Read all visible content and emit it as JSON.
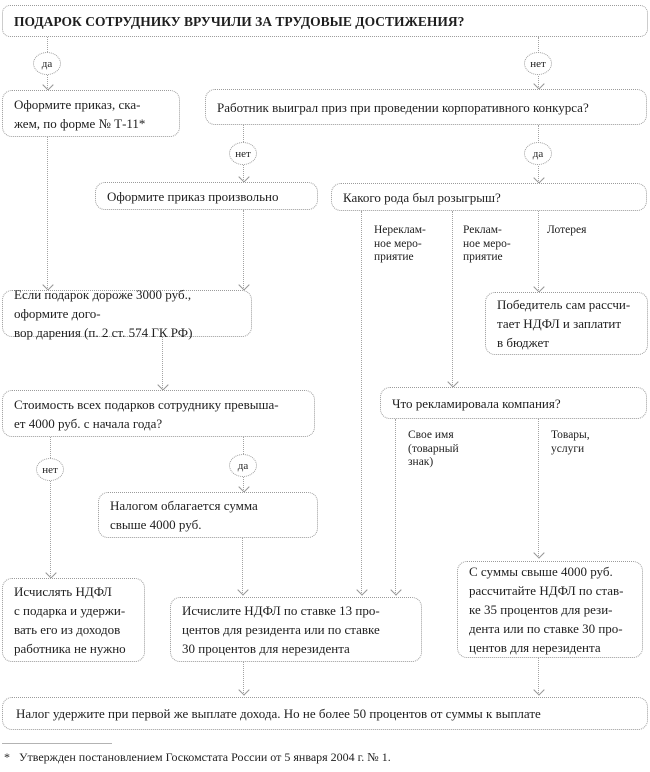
{
  "page": {
    "background": "#ffffff",
    "border_color": "#9b9b9b",
    "text_color": "#1e1e1e"
  },
  "title": "ПОДАРОК СОТРУДНИКУ ВРУЧИЛИ ЗА ТРУДОВЫЕ ДОСТИЖЕНИЯ?",
  "edge_labels": {
    "yes": "да",
    "no": "нет"
  },
  "nodes": {
    "order_t11": "Оформите приказ, ска-\nжем, по форме № Т-11*",
    "contest_q": "Работник выиграл приз при проведении корпоративного конкурса?",
    "order_free": "Оформите приказ произвольно",
    "draw_q": "Какого рода был розыгрыш?",
    "gift_over_3000": "Если подарок дороже 3000 руб., оформите дого-\nвор дарения (п. 2 ст. 574 ГК РФ)",
    "winner_self": "Победитель сам рассчи-\nтает НДФЛ и заплатит\nв бюджет",
    "total_over_4000_q": "Стоимость всех подарков сотруднику превыша-\nет 4000 руб. с начала года?",
    "taxable_over_4000": "Налогом облагается сумма\nсвыше 4000 руб.",
    "company_ad_q": "Что рекламировала компания?",
    "no_ndfl_needed": "Исчислять НДФЛ\nс подарка и удержи-\nвать его из доходов\nработника не нужно",
    "ndfl_13_30": "Исчислите НДФЛ по ставке 13 про-\nцентов для резидента или по ставке\n30 процентов для нерезидента",
    "ndfl_35_30": "С суммы свыше 4000 руб.\nрассчитайте НДФЛ по став-\nке 35 процентов для рези-\nдента или по ставке 30 про-\nцентов для нерезидента",
    "withhold_rule": "Налог удержите при первой же выплате дохода. Но не более 50 процентов от суммы к выплате"
  },
  "branch_labels": {
    "non_ad_event": "Нереклам-\nное меро-\nприятие",
    "ad_event": "Реклам-\nное меро-\nприятие",
    "lottery": "Лотерея",
    "own_name": "Свое имя\n(товарный\nзнак)",
    "goods_services": "Товары,\nуслуги"
  },
  "footnote": {
    "marker": "*",
    "text": "Утвержден постановлением Госкомстата России от 5 января 2004 г. № 1."
  }
}
